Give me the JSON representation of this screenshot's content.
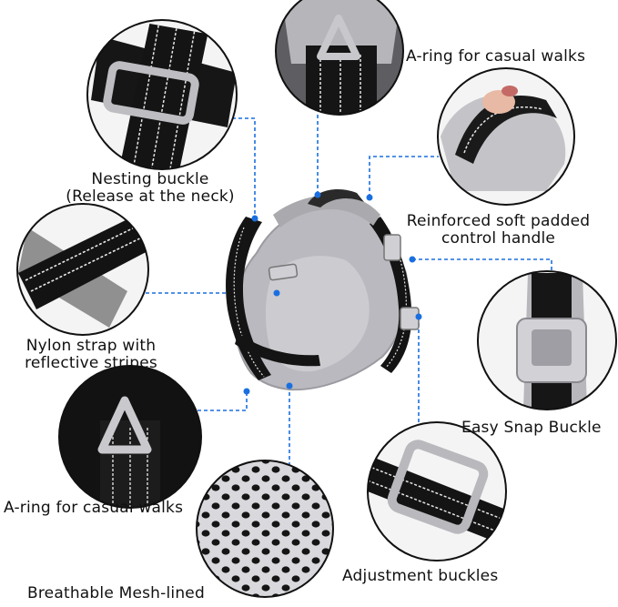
{
  "colors": {
    "accent_blue": "#1a6fe0",
    "strap_black": "#141414",
    "mesh_gray": "#b9b9bf",
    "reflective": "#e8e8e8",
    "circle_border": "#111111"
  },
  "callouts": {
    "aring_top": "A-ring for casual walks",
    "nesting_buckle_1": "Nesting buckle",
    "nesting_buckle_2": "(Release at the neck)",
    "handle_1": "Reinforced soft padded",
    "handle_2": "control handle",
    "nylon_1": "Nylon strap with",
    "nylon_2": "reflective stripes",
    "snap_buckle": "Easy Snap Buckle",
    "aring_bottom": "A-ring for casual walks",
    "mesh": "Breathable Mesh-lined",
    "adjust": "Adjustment buckles"
  },
  "detail_icons": [
    "nesting-buckle-detail",
    "a-ring-top-detail",
    "handle-detail",
    "nylon-strap-detail",
    "snap-buckle-detail",
    "a-ring-bottom-detail",
    "mesh-detail",
    "adjustment-buckle-detail"
  ]
}
